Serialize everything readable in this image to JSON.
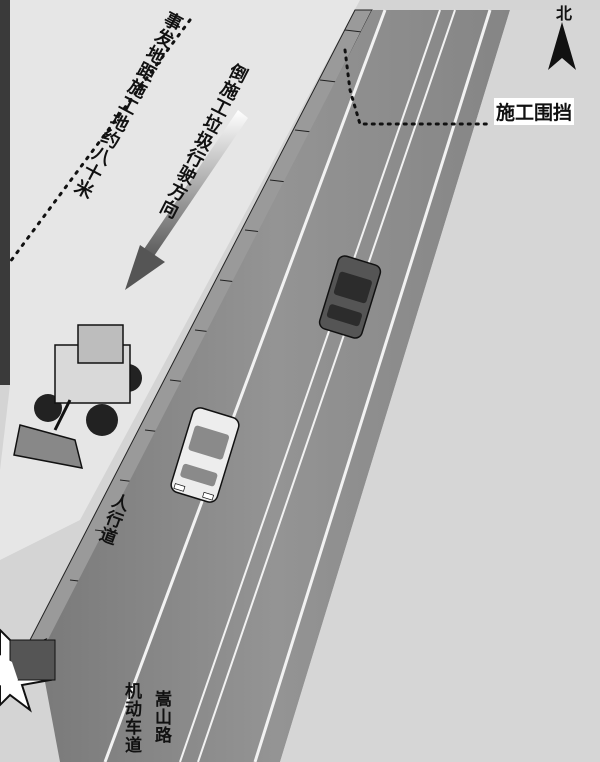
{
  "labels": {
    "north": "北",
    "barrier": "施工围挡",
    "reverse_direction": "倒施工垃圾行驶方向",
    "distance": "事发地距施工地约八十米",
    "sidewalk": "人行道",
    "motor_lane": "机动车道",
    "road_name": "嵩山路"
  },
  "colors": {
    "road": "#8c8c8c",
    "sidewalk": "#e6e6e6",
    "background": "#d4d4d4",
    "outline": "#111111"
  },
  "icons": [
    "north-arrow-icon",
    "direction-arrow-icon",
    "collision-burst-icon"
  ]
}
